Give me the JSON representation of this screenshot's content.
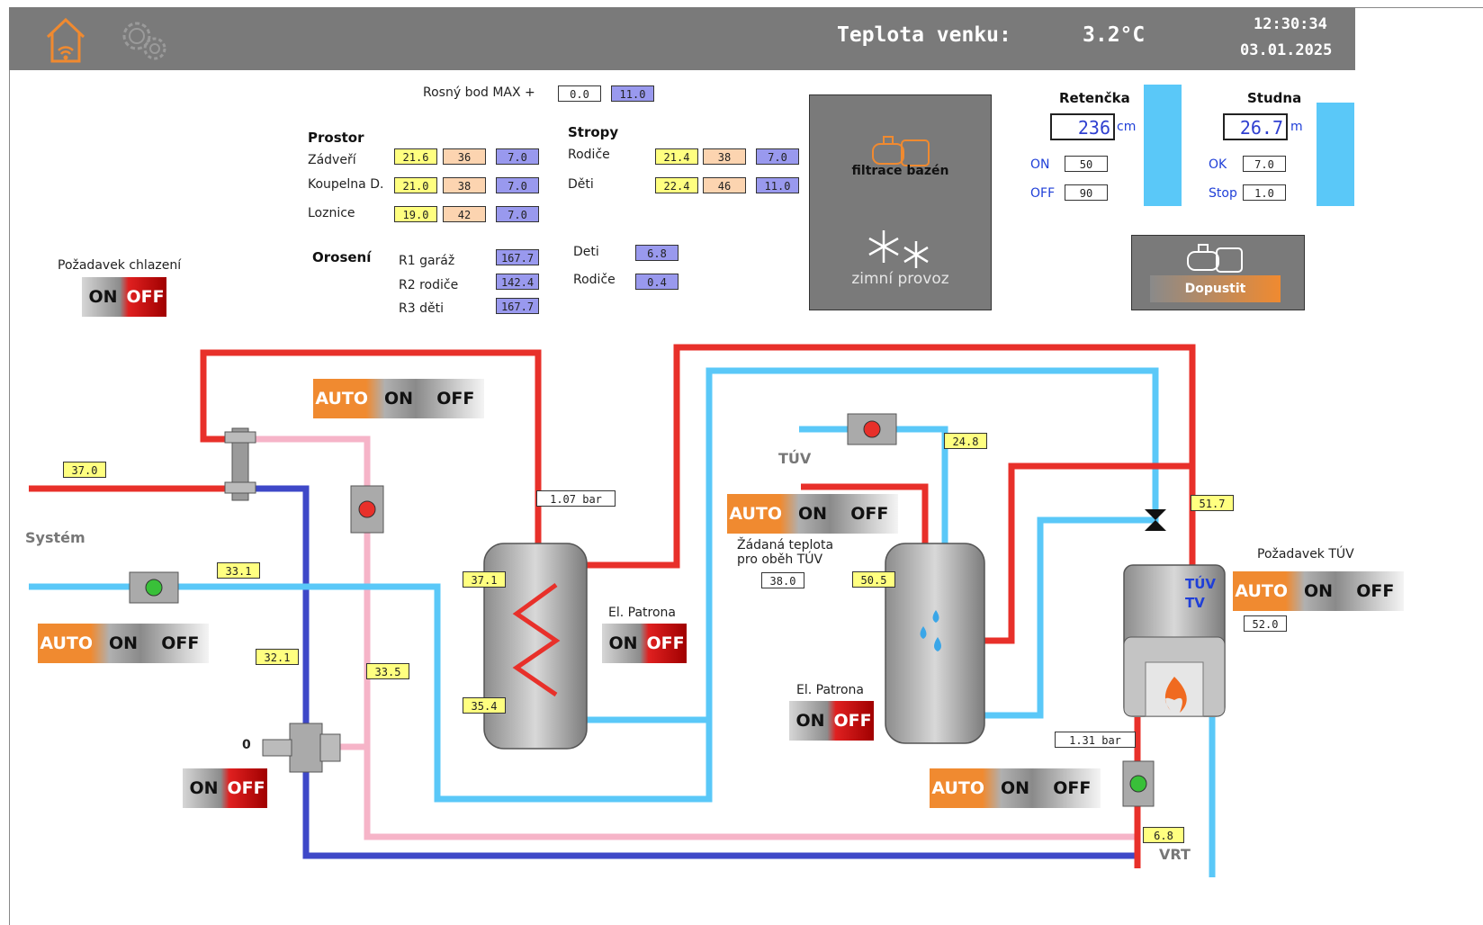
{
  "header": {
    "outdoor_label": "Teplota venku:",
    "outdoor_value": "3.2°C",
    "time": "12:30:34",
    "date": "03.01.2025",
    "icons": [
      "home-wifi-icon",
      "settings-gears-icon"
    ]
  },
  "dew": {
    "label": "Rosný bod MAX +",
    "v1": "0.0",
    "v2": "11.0"
  },
  "prostor": {
    "title": "Prostor",
    "rows": [
      {
        "name": "Zádveří",
        "t": "21.6",
        "h": "36",
        "d": "7.0"
      },
      {
        "name": "Koupelna D.",
        "t": "21.0",
        "h": "38",
        "d": "7.0"
      },
      {
        "name": "Loznice",
        "t": "19.0",
        "h": "42",
        "d": "7.0"
      }
    ]
  },
  "stropy": {
    "title": "Stropy",
    "rows": [
      {
        "name": "Rodiče",
        "t": "21.4",
        "h": "38",
        "d": "7.0"
      },
      {
        "name": "Děti",
        "t": "22.4",
        "h": "46",
        "d": "11.0"
      }
    ]
  },
  "oroseni": {
    "title": "Orosení",
    "rows": [
      {
        "name": "R1 garáž",
        "v": "167.7"
      },
      {
        "name": "R2 rodiče",
        "v": "142.4"
      },
      {
        "name": "R3 děti",
        "v": "167.7"
      }
    ],
    "deti_label": "Deti",
    "deti_value": "6.8",
    "rodice_label": "Rodiče",
    "rodice_value": "0.4"
  },
  "pool": {
    "filter_label": "filtrace bazén",
    "winter_label": "zimní provoz"
  },
  "retencka": {
    "title": "Retenčka",
    "value": "236",
    "unit": "cm",
    "on_label": "ON",
    "on_value": "50",
    "off_label": "OFF",
    "off_value": "90",
    "level_pct": 100
  },
  "studna": {
    "title": "Studna",
    "value": "26.7",
    "unit": "m",
    "ok_label": "OK",
    "ok_value": "7.0",
    "stop_label": "Stop",
    "stop_value": "1.0",
    "level_pct": 100
  },
  "dopustit": {
    "label": "Dopustit"
  },
  "cooling": {
    "label": "Požadavek chlazení"
  },
  "switches": {
    "auto": "AUTO",
    "on": "ON",
    "off": "OFF"
  },
  "system": {
    "label": "Systém",
    "t_supply": "37.0",
    "t_return": "33.1",
    "t_mix": "32.1",
    "t_pink": "33.5",
    "valve_pos": "0",
    "pressure1": "1.07 bar"
  },
  "tank1": {
    "top": "37.1",
    "bottom": "35.4",
    "el_patrona_label": "El. Patrona"
  },
  "tuv": {
    "label": "TÚV",
    "t_top": "24.8",
    "req_label_1": "Žádaná teplota",
    "req_label_2": "pro oběh TÚV",
    "req_value": "38.0",
    "tank_temp": "50.5",
    "el_patrona_label": "El. Patrona"
  },
  "boiler": {
    "t_out": "51.7",
    "label_tuv": "TÚV",
    "label_tv": "TV",
    "req_label": "Požadavek TÚV",
    "req_value": "52.0",
    "pressure2": "1.31 bar",
    "vrt_value": "6.8",
    "vrt_label": "VRT"
  },
  "colors": {
    "hot": "#e8302a",
    "cold": "#5ac8f8",
    "return": "#3e48c8",
    "pink": "#f6b4c8",
    "auto": "#f08a30"
  }
}
